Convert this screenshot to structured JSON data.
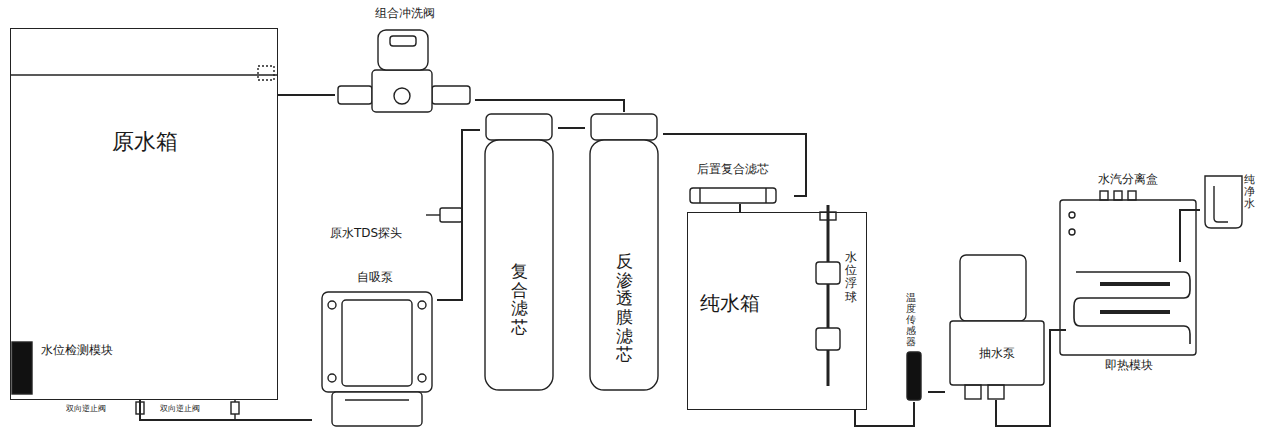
{
  "diagram": {
    "nodes": [
      {
        "text": [
          "原水箱"
        ]
      },
      {
        "text": [
          "水位检测模块"
        ],
        "in": 0
      },
      {
        "text": [
          "组合冲洗阀"
        ]
      },
      {
        "text": [
          "自吸泵"
        ]
      },
      {
        "text": [
          "复合滤芯"
        ]
      },
      {
        "text": [
          "反渗透膜滤芯"
        ]
      },
      {
        "text": [
          "后置复合滤芯"
        ]
      },
      {
        "text": [
          "纯水箱"
        ]
      },
      {
        "text": [
          "水位浮球"
        ],
        "in": 7
      },
      {
        "text": [
          "温度传感器"
        ]
      },
      {
        "text": [
          "抽水泵"
        ]
      },
      {
        "text": [
          "水汽分离盒"
        ]
      },
      {
        "text": [
          "即热模块"
        ],
        "in": 11
      },
      {
        "text": [
          "纯净水"
        ]
      }
    ],
    "edges": [
      {
        "from": 0,
        "to": 3,
        "arrow": "none"
      },
      {
        "from": 0,
        "to": 2,
        "arrow": "none"
      },
      {
        "from": 3,
        "to": 4,
        "arrow": "none"
      },
      {
        "from": 4,
        "to": 5,
        "arrow": "none"
      },
      {
        "from": 5,
        "to": 2,
        "arrow": "none"
      },
      {
        "from": 5,
        "to": 6,
        "arrow": "none"
      },
      {
        "from": 6,
        "to": 7,
        "arrow": "none"
      },
      {
        "from": 7,
        "to": 9,
        "arrow": "none"
      },
      {
        "from": 9,
        "to": 10,
        "arrow": "none"
      },
      {
        "from": 10,
        "to": 12,
        "arrow": "none"
      },
      {
        "from": 12,
        "to": 13,
        "arrow": "none"
      }
    ],
    "labels": [
      "原水TDS探头",
      "双向逆止阀",
      "双向逆止阀"
    ]
  }
}
